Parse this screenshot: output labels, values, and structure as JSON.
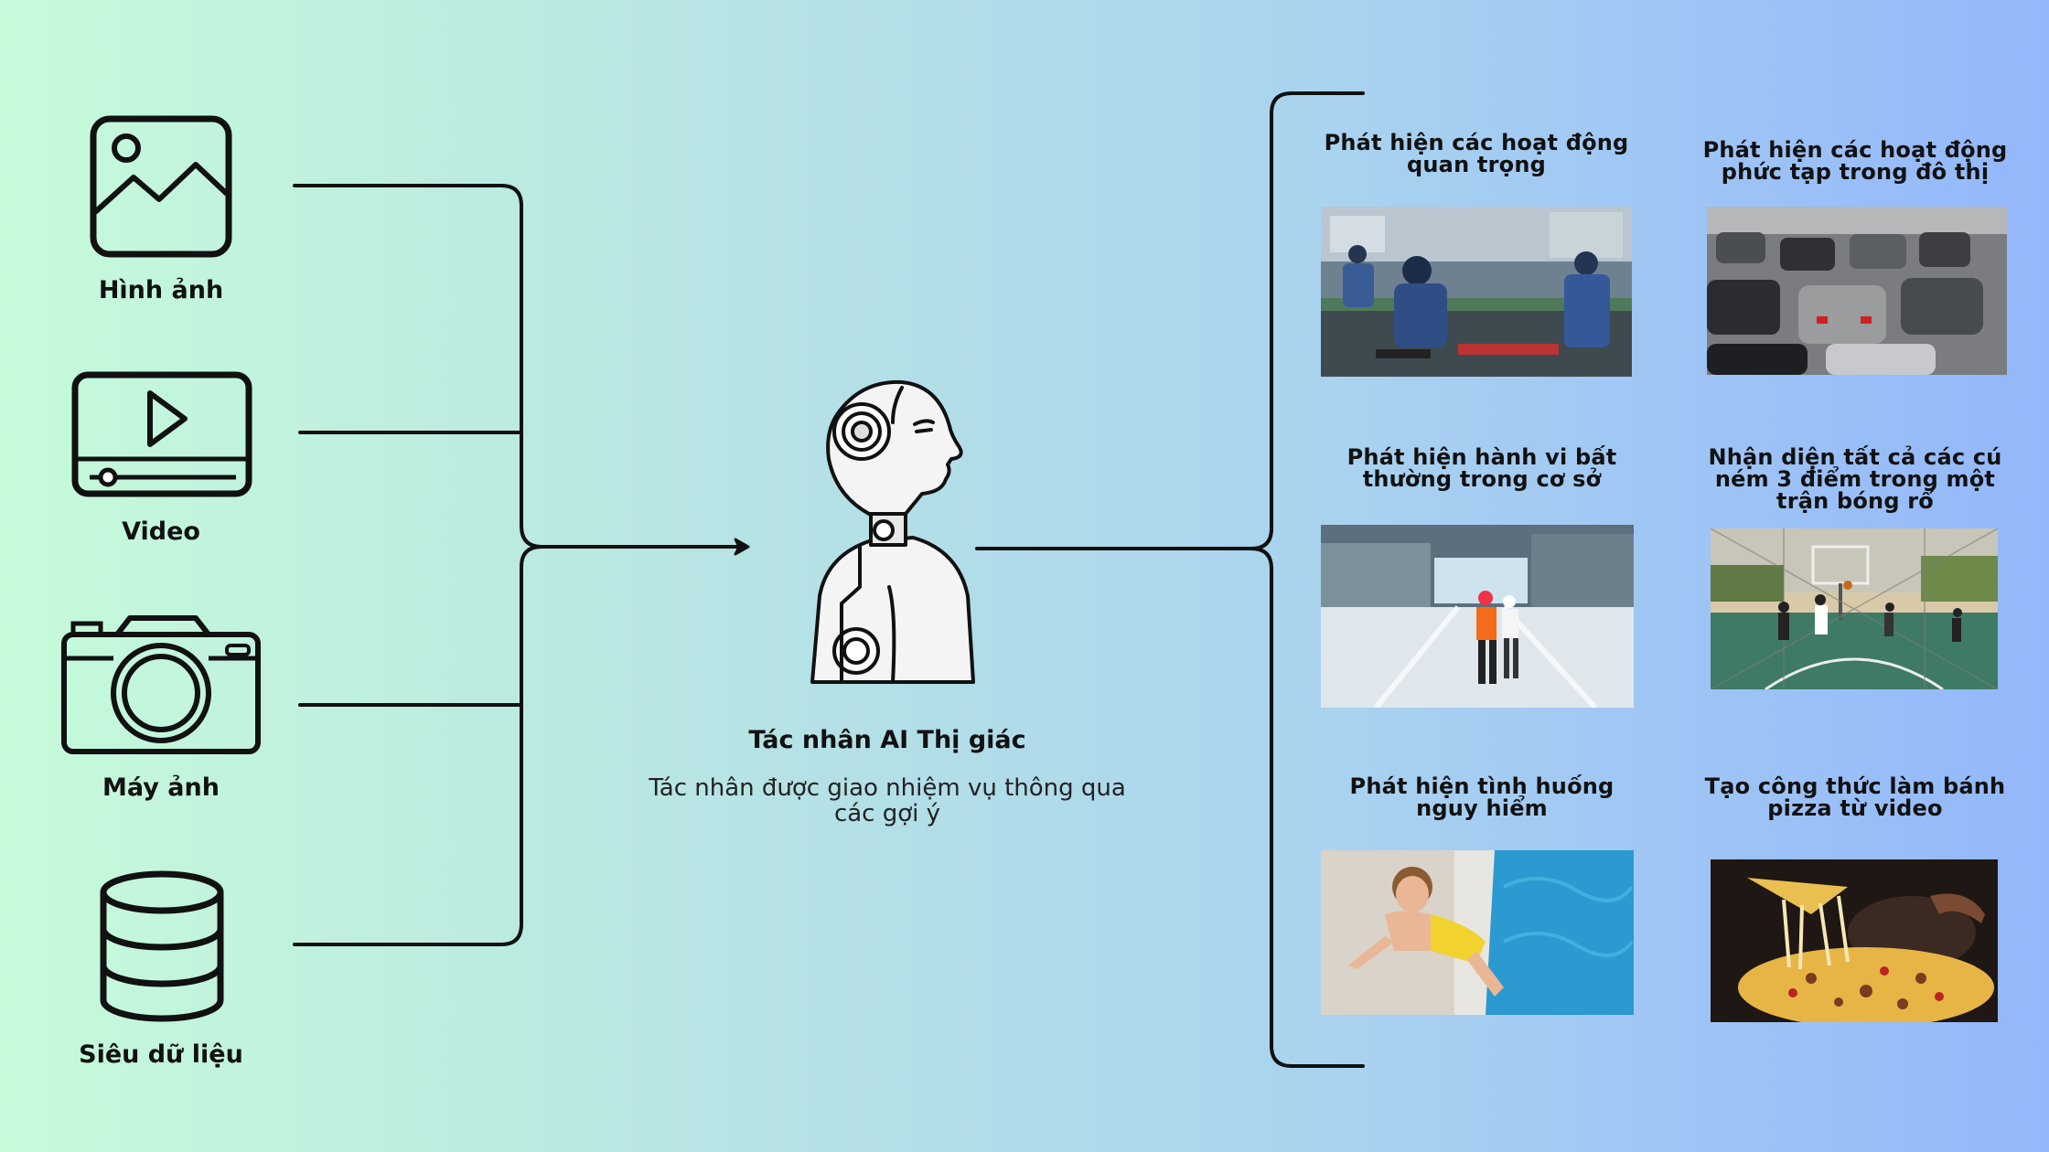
{
  "inputs": [
    {
      "label": "Hình ảnh",
      "icon": "image-icon"
    },
    {
      "label": "Video",
      "icon": "video-player-icon"
    },
    {
      "label": "Máy ảnh",
      "icon": "camera-icon"
    },
    {
      "label": "Siêu dữ liệu",
      "icon": "database-icon"
    }
  ],
  "agent": {
    "title": "Tác nhân AI Thị giác",
    "description": "Tác nhân được giao nhiệm vụ thông qua các gợi ý",
    "icon": "robot-head-icon"
  },
  "tasks": [
    {
      "title": "Phát hiện các hoạt động quan trọng",
      "image": "factory-workers-photo"
    },
    {
      "title": "Phát hiện các hoạt động phức tạp trong đô thị",
      "image": "traffic-jam-photo"
    },
    {
      "title": "Phát hiện hành vi bất thường trong cơ sở",
      "image": "warehouse-inspectors-photo"
    },
    {
      "title": "Nhận diện tất cả các cú ném 3 điểm trong một trận bóng rổ",
      "image": "basketball-court-photo"
    },
    {
      "title": "Phát hiện tình huống nguy hiểm",
      "image": "child-at-pool-photo"
    },
    {
      "title": "Tạo công thức làm bánh pizza từ video",
      "image": "pizza-photo"
    }
  ],
  "colors": {
    "line": "#111111",
    "bg_left": "#c6fbda",
    "bg_right": "#93b7fb"
  }
}
